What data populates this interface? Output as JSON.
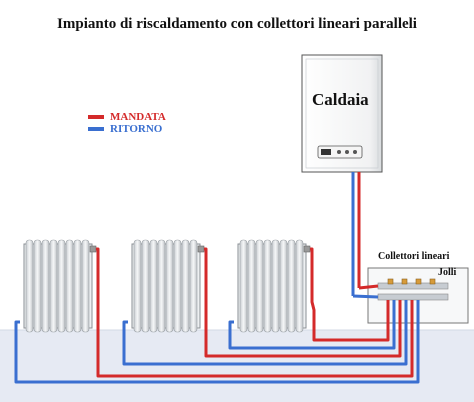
{
  "title": "Impianto di riscaldamento con collettori lineari paralleli",
  "legend": [
    {
      "label": "MANDATA",
      "color": "#d42a2a"
    },
    {
      "label": "RITORNO",
      "color": "#3a6fd0"
    }
  ],
  "boiler": {
    "label": "Caldaia"
  },
  "manifold": {
    "label": "Collettori lineari",
    "brand": "Jolli"
  },
  "colors": {
    "supply": "#d42a2a",
    "return": "#3a6fd0",
    "radiator": "#e4e6e8",
    "floor": "#e6eaf3"
  }
}
